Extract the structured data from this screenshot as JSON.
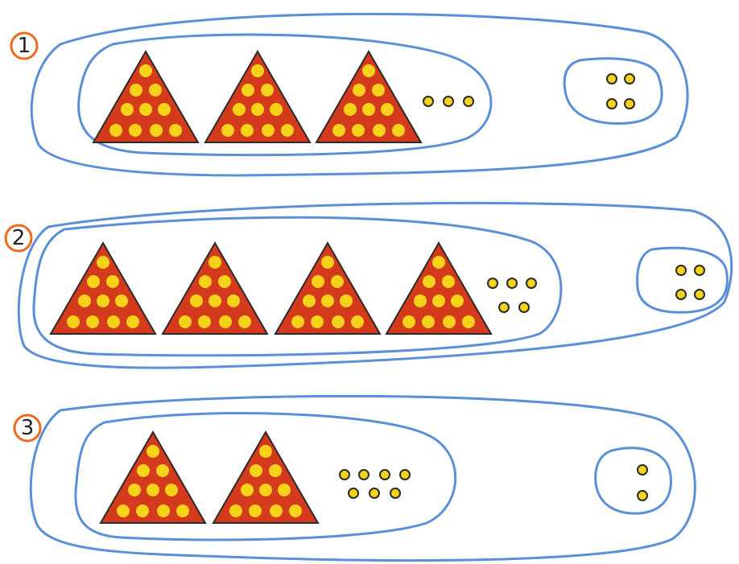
{
  "colors": {
    "loop": "#5b8fd6",
    "triangle_fill": "#d43a1c",
    "triangle_stroke": "#2a2a2a",
    "dot_fill": "#f6d21a",
    "dot_stroke": "#2a2a2a",
    "badge_stroke": "#ef6a1c"
  },
  "rows": [
    {
      "number": "1",
      "triangles": 3,
      "dots_per_triangle": 10,
      "extra_dots": 3,
      "side_dots": 4
    },
    {
      "number": "2",
      "triangles": 4,
      "dots_per_triangle": 10,
      "extra_dots": 5,
      "side_dots": 4
    },
    {
      "number": "3",
      "triangles": 2,
      "dots_per_triangle": 10,
      "extra_dots": 7,
      "side_dots": 2
    }
  ]
}
